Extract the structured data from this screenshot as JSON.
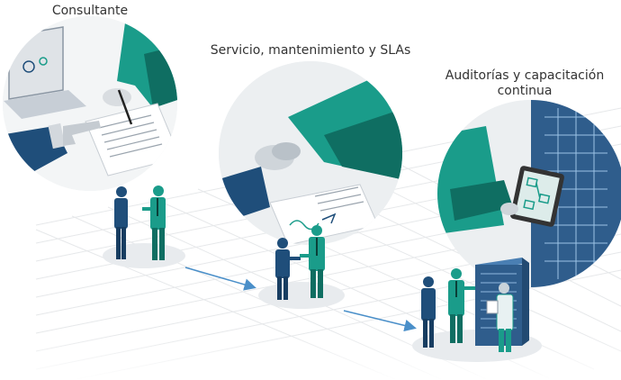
{
  "stages": [
    {
      "id": "consultant",
      "title": "Consultante",
      "title_lines": [
        "Consultante"
      ]
    },
    {
      "id": "service",
      "title": "Servicio, mantenimiento y SLAs",
      "title_lines": [
        "Servicio, mantenimiento y SLAs"
      ]
    },
    {
      "id": "audit",
      "title": "Auditorías y capacitación continua",
      "title_lines": [
        "Auditorías y capacitación",
        "continua"
      ]
    }
  ],
  "colors": {
    "navy": "#1f4e7a",
    "teal": "#1a9c8a",
    "dark_teal": "#0f6e62",
    "light_gray": "#e9ecef",
    "arrow": "#4a8fc9",
    "rack": "#2f5d8c"
  }
}
